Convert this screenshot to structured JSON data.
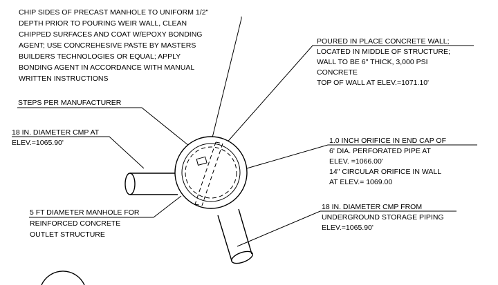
{
  "notes": {
    "chip_sides": [
      "CHIP SIDES OF PRECAST MANHOLE TO UNIFORM 1/2\"",
      "DEPTH PRIOR TO POURING WEIR WALL, CLEAN",
      "CHIPPED SURFACES AND COAT W/EPOXY BONDING",
      "AGENT; USE CONCREHESIVE PASTE BY MASTERS",
      "BUILDERS TECHNOLOGIES OR EQUAL; APPLY",
      "BONDING AGENT IN ACCORDANCE WITH MANUAL",
      "WRITTEN INSTRUCTIONS"
    ],
    "poured_wall": [
      "POURED IN PLACE CONCRETE WALL;",
      "LOCATED IN MIDDLE OF STRUCTURE;",
      "WALL TO BE 6\" THICK, 3,000 PSI",
      "CONCRETE",
      "TOP OF WALL AT ELEV.=1071.10'"
    ],
    "steps": [
      "STEPS PER MANUFACTURER"
    ],
    "cmp_inlet": [
      "18 IN. DIAMETER CMP AT",
      "ELEV.=1065.90'"
    ],
    "orifice": [
      "1.0 INCH ORIFICE IN END CAP OF",
      "6' DIA. PERFORATED PIPE  AT",
      "ELEV. =1066.00'",
      "14\" CIRCULAR ORIFICE IN WALL",
      "AT ELEV.= 1069.00"
    ],
    "manhole": [
      "5 FT DIAMETER MANHOLE FOR",
      "REINFORCED CONCRETE",
      "OUTLET STRUCTURE"
    ],
    "cmp_outlet": [
      "18 IN. DIAMETER CMP FROM",
      "UNDERGROUND STORAGE PIPING",
      "ELEV.=1065.90'"
    ]
  }
}
